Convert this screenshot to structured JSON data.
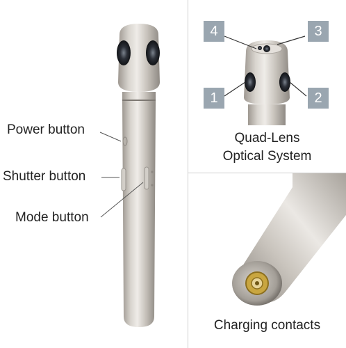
{
  "labels": {
    "power": "Power button",
    "shutter": "Shutter button",
    "mode": "Mode button"
  },
  "lens_caption": {
    "line1": "Quad-Lens",
    "line2": "Optical System"
  },
  "lens_numbers": [
    "4",
    "3",
    "1",
    "2"
  ],
  "charging_caption": "Charging contacts",
  "colors": {
    "body_metal": "#c9c4bd",
    "number_box": "#9aa6b0",
    "contact_gold": "#c9a640"
  }
}
